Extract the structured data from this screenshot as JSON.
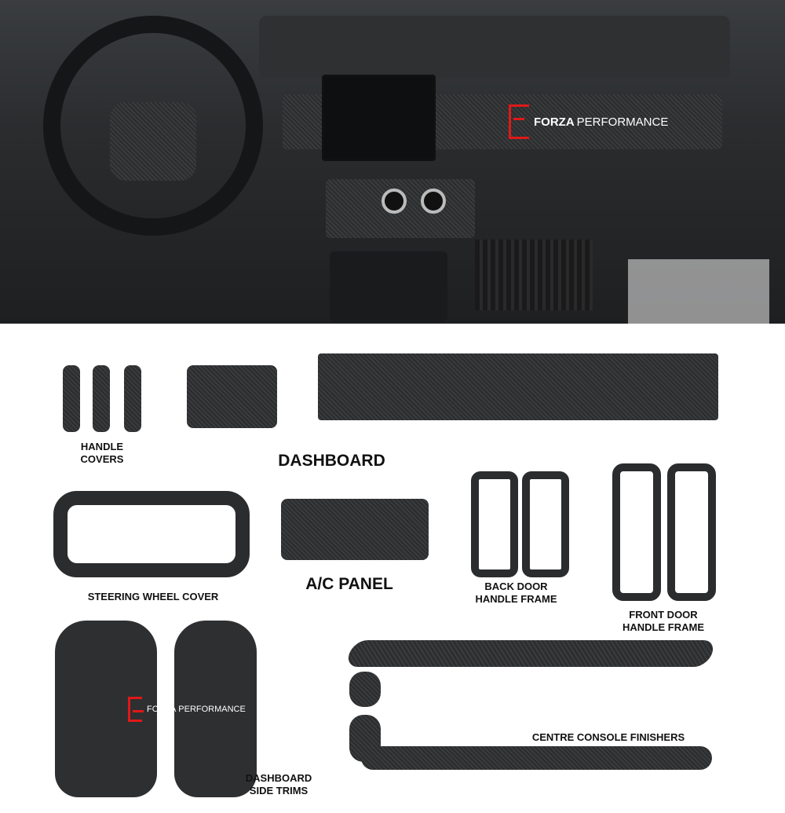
{
  "brand": {
    "logo_text_bold": "FORZA",
    "logo_text": "PERFORMANCE",
    "accent_color": "#e01818"
  },
  "labels": {
    "handle_covers": "HANDLE\nCOVERS",
    "dashboard": "DASHBOARD",
    "steering_wheel_cover": "STEERING WHEEL COVER",
    "ac_panel": "A/C PANEL",
    "back_door_handle_frame": "BACK DOOR\nHANDLE FRAME",
    "front_door_handle_frame": "FRONT DOOR\nHANDLE FRAME",
    "centre_console_finishers": "CENTRE CONSOLE FINISHERS",
    "dashboard_side_trims": "DASHBOARD\nSIDE TRIMS"
  }
}
